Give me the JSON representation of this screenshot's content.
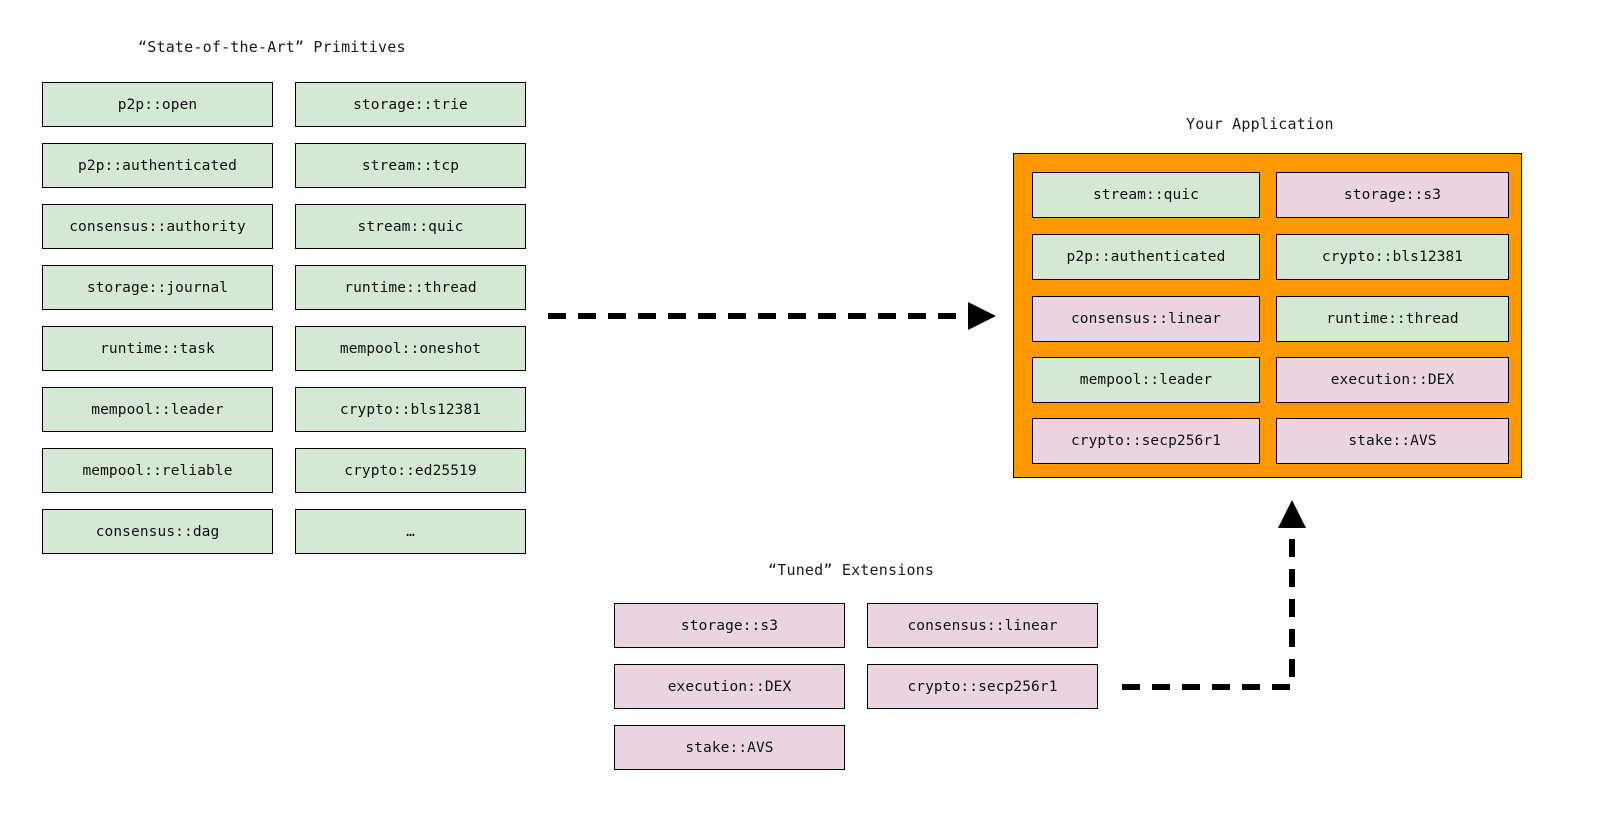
{
  "diagram": {
    "title_primitives": "“State-of-the-Art” Primitives",
    "title_application": "Your Application",
    "title_extensions": "“Tuned” Extensions",
    "colors": {
      "primitive_fill": "#d5e8d4",
      "extension_fill": "#ead4e2",
      "application_fill": "#ff9900",
      "border": "#000000",
      "arrow": "#000000",
      "background": "#ffffff"
    },
    "primitives": {
      "column_left": [
        "p2p::open",
        "p2p::authenticated",
        "consensus::authority",
        "storage::journal",
        "runtime::task",
        "mempool::leader",
        "mempool::reliable",
        "consensus::dag"
      ],
      "column_right": [
        "storage::trie",
        "stream::tcp",
        "stream::quic",
        "runtime::thread",
        "mempool::oneshot",
        "crypto::bls12381",
        "crypto::ed25519",
        "…"
      ]
    },
    "application": {
      "column_left": [
        {
          "label": "stream::quic",
          "kind": "primitive"
        },
        {
          "label": "p2p::authenticated",
          "kind": "primitive"
        },
        {
          "label": "consensus::linear",
          "kind": "extension"
        },
        {
          "label": "mempool::leader",
          "kind": "primitive"
        },
        {
          "label": "crypto::secp256r1",
          "kind": "extension"
        }
      ],
      "column_right": [
        {
          "label": "storage::s3",
          "kind": "extension"
        },
        {
          "label": "crypto::bls12381",
          "kind": "primitive"
        },
        {
          "label": "runtime::thread",
          "kind": "primitive"
        },
        {
          "label": "execution::DEX",
          "kind": "extension"
        },
        {
          "label": "stake::AVS",
          "kind": "extension"
        }
      ]
    },
    "extensions": {
      "column_left": [
        "storage::s3",
        "execution::DEX",
        "stake::AVS"
      ],
      "column_right": [
        "consensus::linear",
        "crypto::secp256r1"
      ]
    },
    "arrows": [
      {
        "name": "primitives-to-application",
        "style": "dashed",
        "direction": "right"
      },
      {
        "name": "extensions-to-application",
        "style": "dashed",
        "direction": "up"
      }
    ]
  }
}
